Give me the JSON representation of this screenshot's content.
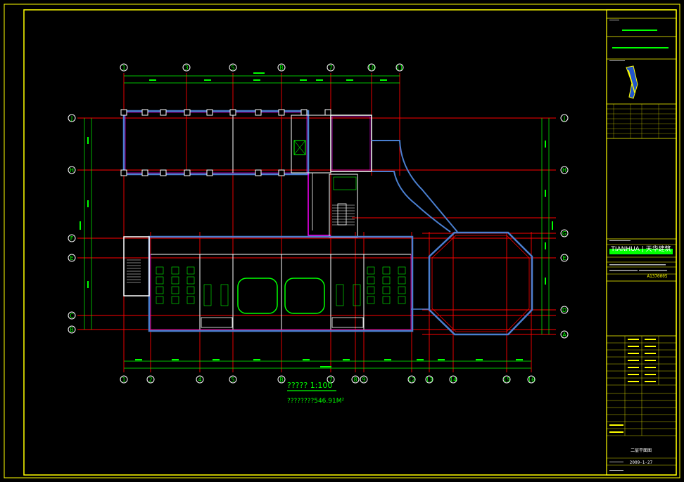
{
  "drawing": {
    "title": "?????  1:100",
    "area": "????????546.91M²"
  },
  "grid_top": [
    "1",
    "3",
    "5",
    "B",
    "7",
    "10",
    "11"
  ],
  "grid_bottom": [
    "1",
    "2",
    "4",
    "5",
    "B",
    "7",
    "8",
    "9",
    "12",
    "13",
    "14",
    "15",
    "16"
  ],
  "grid_left": [
    "J",
    "H",
    "F",
    "E",
    "C",
    "B"
  ],
  "grid_right": [
    "J",
    "H",
    "G",
    "E",
    "D",
    "A"
  ],
  "title_block": {
    "brand": "TIANHUA | 天华建筑",
    "project_no": "A1370005",
    "date": "2009-1-27",
    "sheet_name": "二层平面图"
  },
  "colors": {
    "frame": "#ffff00",
    "grid": "#ff0000",
    "dimension": "#00ff00",
    "wall": "#ff00ff",
    "outline": "#4a7fd0"
  }
}
